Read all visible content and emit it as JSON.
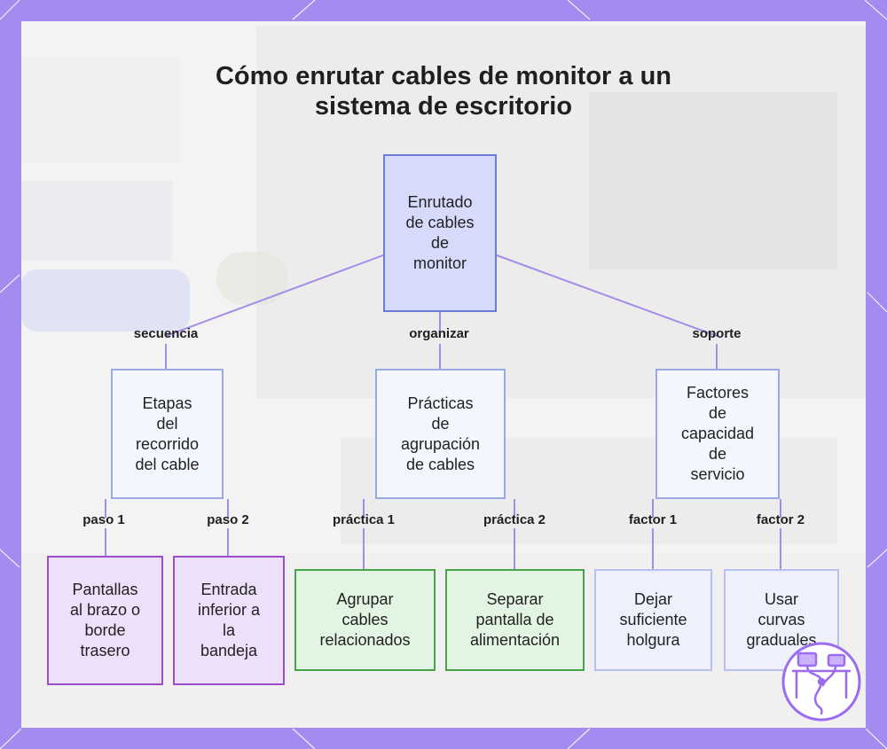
{
  "title": {
    "line1": "Cómo enrutar cables de monitor a un",
    "line2": "sistema de escritorio"
  },
  "colors": {
    "background": "#a48bf0",
    "panel": "#f3f3f3",
    "edge": "#a58ce8",
    "root_fill": "#d7dbfb",
    "purple_border": "#9b4ec8",
    "green_border": "#4aa24a"
  },
  "root": {
    "lines": [
      "Enrutado",
      "de cables",
      "de",
      "monitor"
    ]
  },
  "branches": [
    {
      "edge_label": "secuencia",
      "node": {
        "lines": [
          "Etapas",
          "del",
          "recorrido",
          "del cable"
        ]
      },
      "children": [
        {
          "edge_label": "paso 1",
          "lines": [
            "Pantallas",
            "al brazo o",
            "borde",
            "trasero"
          ]
        },
        {
          "edge_label": "paso 2",
          "lines": [
            "Entrada",
            "inferior a",
            "la",
            "bandeja"
          ]
        }
      ]
    },
    {
      "edge_label": "organizar",
      "node": {
        "lines": [
          "Prácticas",
          "de",
          "agrupación",
          "de cables"
        ]
      },
      "children": [
        {
          "edge_label": "práctica 1",
          "lines": [
            "Agrupar",
            "cables",
            "relacionados"
          ]
        },
        {
          "edge_label": "práctica 2",
          "lines": [
            "Separar",
            "pantalla de",
            "alimentación"
          ]
        }
      ]
    },
    {
      "edge_label": "soporte",
      "node": {
        "lines": [
          "Factores",
          "de",
          "capacidad",
          "de",
          "servicio"
        ]
      },
      "children": [
        {
          "edge_label": "factor 1",
          "lines": [
            "Dejar",
            "suficiente",
            "holgura"
          ]
        },
        {
          "edge_label": "factor 2",
          "lines": [
            "Usar",
            "curvas",
            "graduales"
          ]
        }
      ]
    }
  ],
  "logo_icon": "desk-cable-logo-icon"
}
